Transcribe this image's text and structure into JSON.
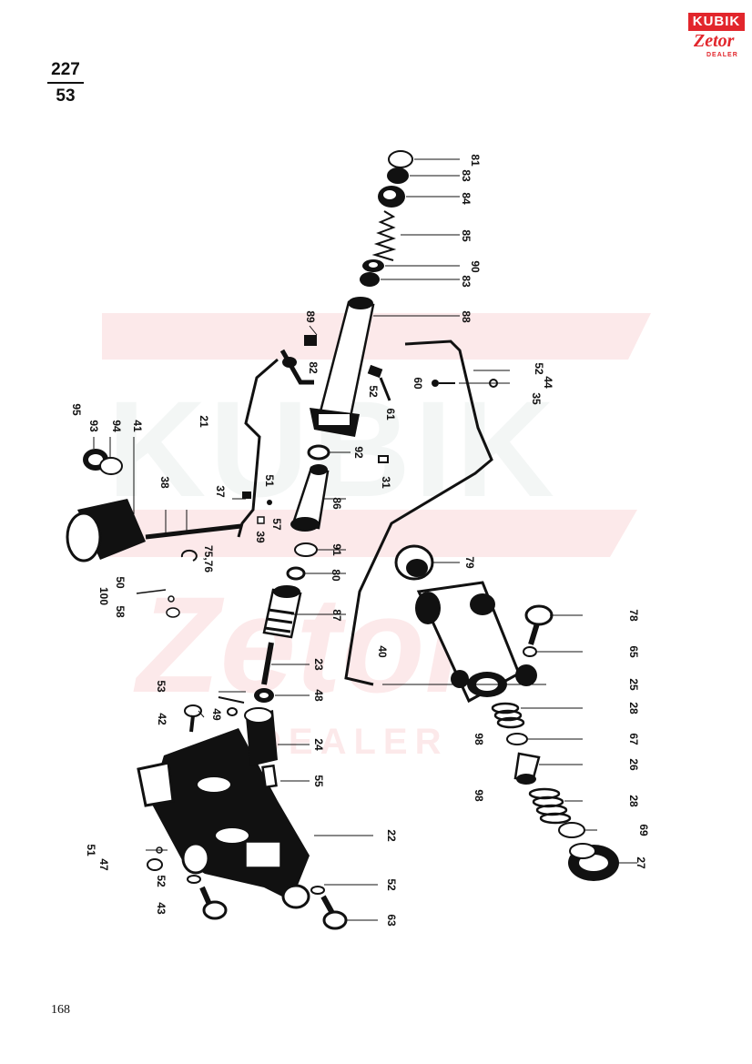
{
  "header": {
    "fraction_top": "227",
    "fraction_bottom": "53"
  },
  "logo": {
    "top": "KUBIK",
    "brand": "Zetor",
    "sub": "DEALER"
  },
  "watermark": {
    "text_main": "KUBIK",
    "text_brand": "Zetor",
    "text_sub": "DEALER",
    "color": "#e2262c"
  },
  "page_number": "168",
  "part_labels": [
    "81",
    "83",
    "84",
    "85",
    "90",
    "83",
    "88",
    "89",
    "82",
    "52",
    "61",
    "60",
    "52",
    "44",
    "35",
    "92",
    "31",
    "95",
    "93",
    "94",
    "41",
    "21",
    "38",
    "37",
    "51",
    "57",
    "39",
    "86",
    "91",
    "75,76",
    "80",
    "79",
    "100",
    "50",
    "58",
    "87",
    "78",
    "65",
    "40",
    "23",
    "25",
    "53",
    "48",
    "42",
    "49",
    "28",
    "98",
    "67",
    "24",
    "26",
    "55",
    "98",
    "28",
    "69",
    "22",
    "51",
    "47",
    "52",
    "43",
    "52",
    "27",
    "63"
  ]
}
